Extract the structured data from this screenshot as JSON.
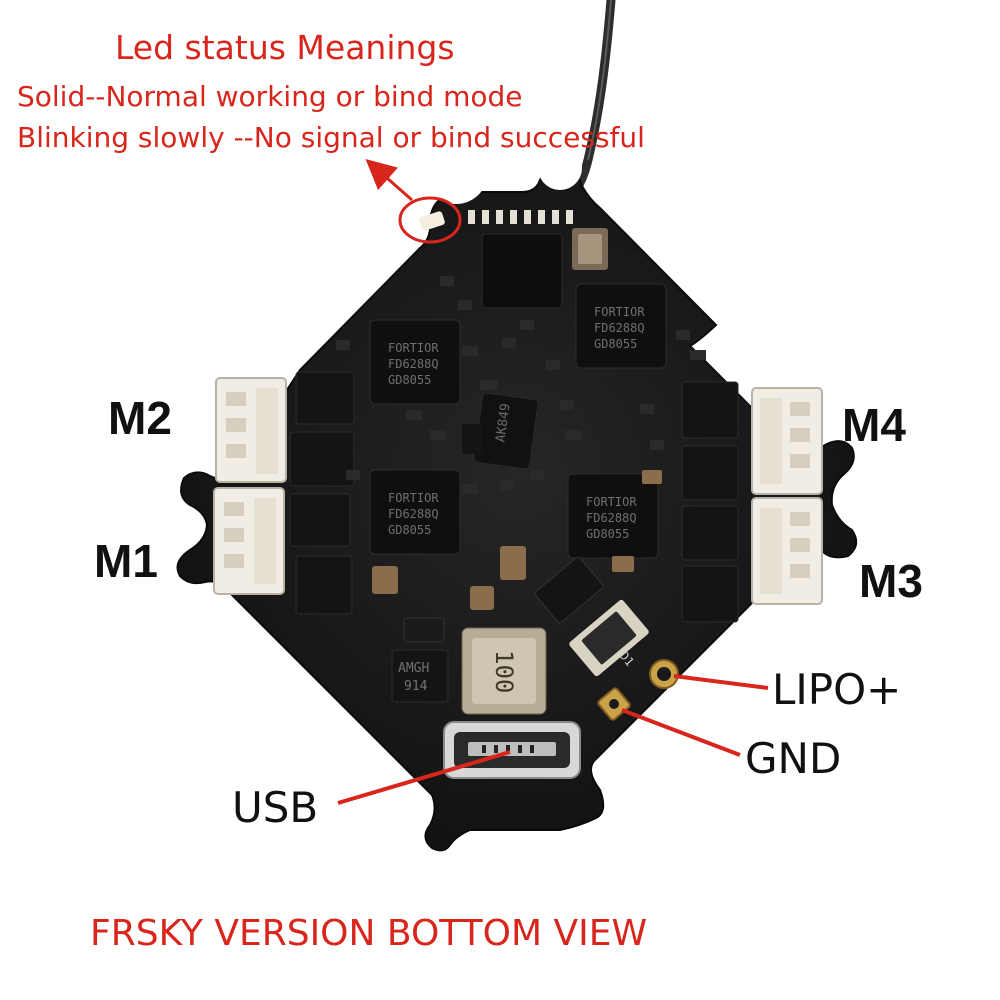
{
  "led_legend": {
    "title": "Led status Meanings",
    "solid": "Solid--Normal working or bind mode",
    "blinking": "Blinking slowly --No signal or bind successful"
  },
  "motor_labels": {
    "m1": "M1",
    "m2": "M2",
    "m3": "M3",
    "m4": "M4"
  },
  "pin_labels": {
    "lipo": "LIPO+",
    "gnd": "GND",
    "usb": "USB"
  },
  "footer": "FRSKY VERSION BOTTOM VIEW",
  "chip_markings": {
    "esc_top": [
      "FORTIOR",
      "FD6288Q",
      "GD8055"
    ],
    "esc_right": [
      "FORTIOR",
      "FD6288Q",
      "GD8055"
    ],
    "esc_bottom": [
      "FORTIOR",
      "FD6288Q",
      "GD8055"
    ],
    "esc_left_bottom": [
      "FORTIOR",
      "FD6288Q",
      "GD8055"
    ],
    "regulator": "AK849",
    "inductor": "100",
    "amgh": [
      "AMGH",
      "914"
    ],
    "d1": "D1"
  },
  "colors": {
    "annotation_red": "#d9261c",
    "pcb_black": "#151515",
    "connector_white": "#f2ede4",
    "pad_gold": "#c9a24a"
  },
  "icons": {
    "led_marker": "red-ellipse",
    "antenna": "antenna-wire",
    "pointer": "red-arrow"
  }
}
